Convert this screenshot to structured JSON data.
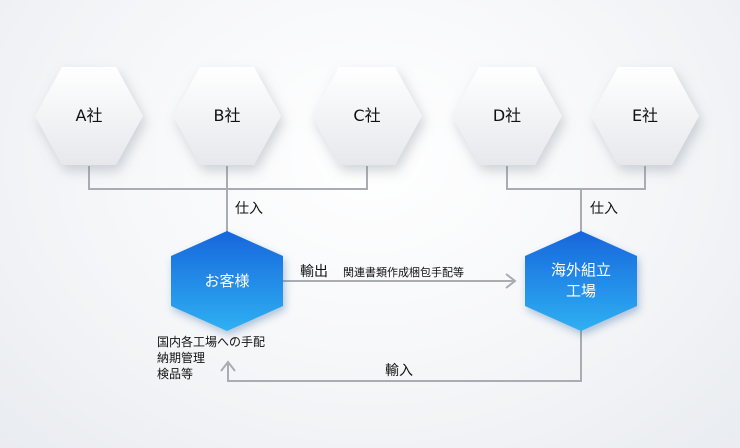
{
  "suppliers": [
    {
      "label": "A社"
    },
    {
      "label": "B社"
    },
    {
      "label": "C社"
    },
    {
      "label": "D社"
    },
    {
      "label": "E社"
    }
  ],
  "customer": {
    "label": "お客様"
  },
  "factory": {
    "line1": "海外組立",
    "line2": "工場"
  },
  "flows": {
    "purchase_left": "仕入",
    "purchase_right": "仕入",
    "export": "輸出",
    "export_docs": "関連書類作成梱包手配等",
    "import": "輸入"
  },
  "customer_tasks": [
    "国内各工場への手配",
    "納期管理",
    "検品等"
  ],
  "colors": {
    "hex_light": "#f4f5f7",
    "hub_top": "#1a6fe0",
    "hub_bottom": "#29a9f0",
    "connector": "#a9adb3"
  }
}
